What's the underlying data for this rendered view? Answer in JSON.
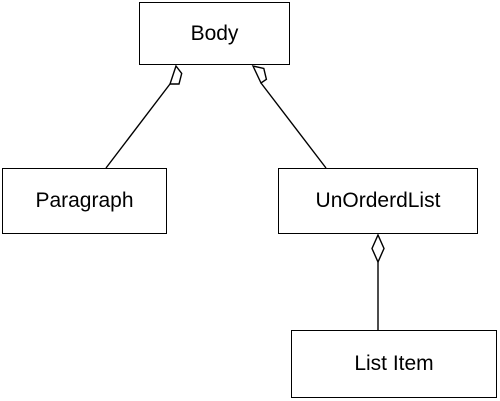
{
  "nodes": {
    "body": {
      "label": "Body"
    },
    "paragraph": {
      "label": "Paragraph"
    },
    "unorderedlist": {
      "label": "UnOrderdList"
    },
    "listitem": {
      "label": "List Item"
    }
  },
  "relations": [
    {
      "whole": "body",
      "part": "paragraph",
      "type": "aggregation"
    },
    {
      "whole": "body",
      "part": "unorderedlist",
      "type": "aggregation"
    },
    {
      "whole": "unorderedlist",
      "part": "listitem",
      "type": "aggregation"
    }
  ],
  "colors": {
    "stroke": "#000000",
    "fill": "#ffffff",
    "text": "#000000"
  }
}
